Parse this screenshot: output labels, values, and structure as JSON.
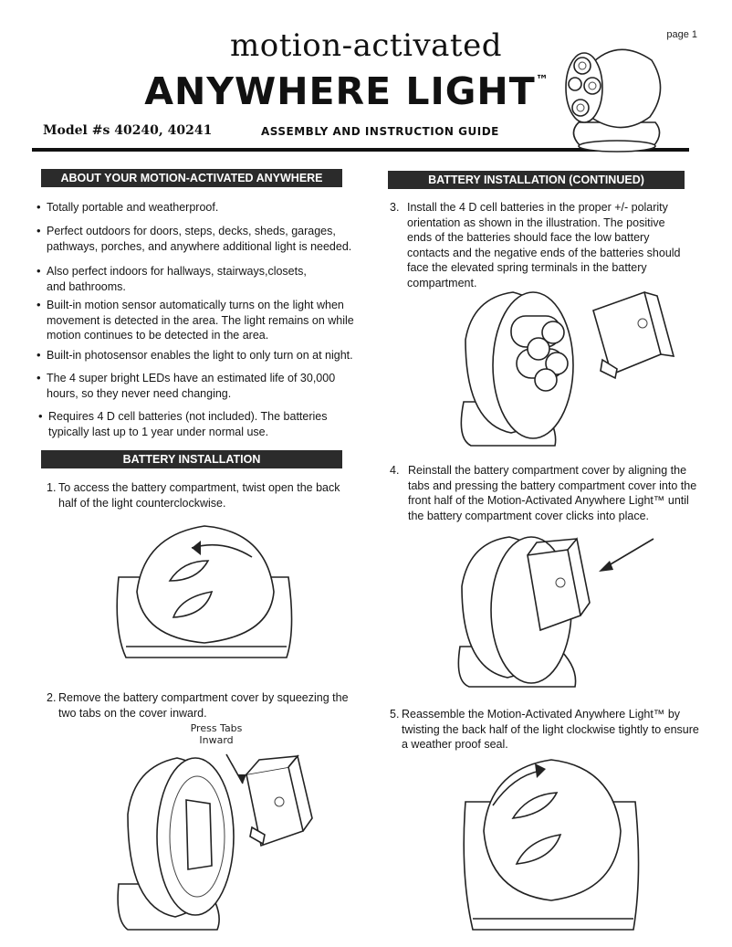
{
  "header": {
    "page": "page 1",
    "title_top": "motion-activated",
    "title_main": "ANYWHERE LIGHT",
    "tm": "™",
    "model": "Model #s 40240, 40241",
    "guide": "ASSEMBLY AND INSTRUCTION GUIDE"
  },
  "left": {
    "about_heading": "ABOUT YOUR MOTION-ACTIVATED ANYWHERE LIGHT™",
    "bullets": [
      "Totally portable and weatherproof.",
      "Perfect outdoors for doors, steps, decks, sheds, garages, pathways, porches, and anywhere additional light is needed.",
      "Also perfect indoors for hallways, stairways,closets, and bathrooms.",
      "Built-in motion sensor automatically turns on the light when movement is detected in the area. The light remains on while motion continues to be detected in the area.",
      "Built-in photosensor enables the light to only turn on at night.",
      "The 4 super bright LEDs have an estimated life of 30,000 hours, so they never need changing.",
      "Requires 4 D cell batteries (not included). The batteries typically last up to 1 year under normal use."
    ],
    "battery_heading": "BATTERY INSTALLATION",
    "steps": [
      {
        "num": "1.",
        "text": "To access the battery compartment, twist open the back half of the light counterclockwise."
      },
      {
        "num": "2.",
        "text": "Remove the battery compartment cover by squeezing the two tabs on the cover inward."
      }
    ],
    "callout": "Press Tabs Inward"
  },
  "right": {
    "battery_cont_heading": "BATTERY INSTALLATION (CONTINUED)",
    "steps": [
      {
        "num": "3.",
        "text": "Install the 4 D cell batteries in the proper +/- polarity orientation as shown in the illustration. The positive ends of the batteries should face the low battery contacts and the negative ends of the batteries should face the elevated spring terminals in the battery compartment."
      },
      {
        "num": "4.",
        "text": "Reinstall the battery compartment cover by aligning the tabs and pressing the battery compartment cover into the front half of the Motion-Activated Anywhere Light™ until the battery compartment cover clicks into place."
      },
      {
        "num": "5.",
        "text": "Reassemble the Motion-Activated Anywhere Light™ by twisting the back half of the light clockwise tightly to ensure a weather proof seal."
      }
    ]
  }
}
